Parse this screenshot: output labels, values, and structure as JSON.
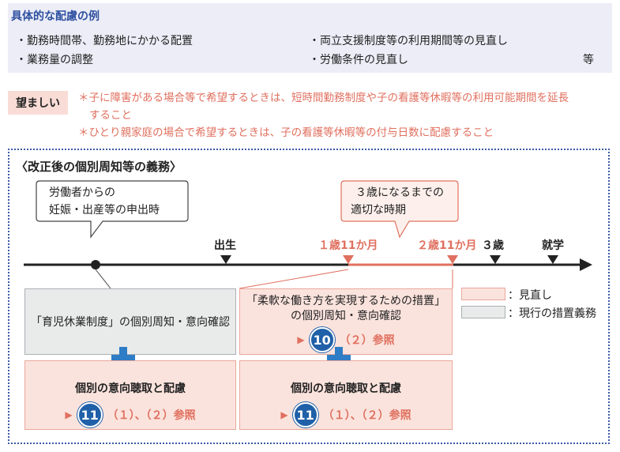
{
  "top": {
    "title": "具体的な配慮の例",
    "bullets": [
      "・勤務時間帯、勤務地にかかる配置",
      "・両立支援制度等の利用期間等の見直し",
      "・業務量の調整",
      "・労働条件の見直し"
    ],
    "etc": "等"
  },
  "desirable": {
    "label": "望ましい",
    "note1_line1": "＊子に障害がある場合等で希望するときは、短時間勤務制度や子の看護等休暇等の利用可能期間を延長",
    "note1_line2": "すること",
    "note2": "＊ひとり親家庭の場合で希望するときは、子の看護等休暇等の付与日数に配慮すること"
  },
  "section_title": "〈改正後の個別周知等の義務〉",
  "callout_left": {
    "line1": "労働者からの",
    "line2": "妊娠・出産等の申出時"
  },
  "callout_right": {
    "line1": "３歳になるまでの",
    "line2": "適切な時期"
  },
  "timeline": {
    "birth": "出生",
    "age1y11m": "１歳11か月",
    "age2y11m": "２歳11か月",
    "age3": "３歳",
    "school": "就学"
  },
  "boxes": {
    "childcare": "「育児休業制度」の個別周知・意向確認",
    "flex_line1": "「柔軟な働き方を実現するための措置」",
    "flex_line2": "の個別周知・意向確認",
    "flex_ref_num": "10",
    "flex_ref_text": "（２）参照",
    "hearing_left": "個別の意向聴取と配慮",
    "hearing_right": "個別の意向聴取と配慮",
    "hearing_ref_num": "11",
    "hearing_ref_text": "（１）、（２）参照"
  },
  "legend": {
    "review": "：見直し",
    "current": "：現行の措置義務"
  },
  "colors": {
    "accent_blue": "#2060a8",
    "salmon": "#e0705f",
    "pink_fill": "#fbe3dd",
    "gray_fill": "#e9ebea",
    "lavender": "#ecedf7"
  }
}
